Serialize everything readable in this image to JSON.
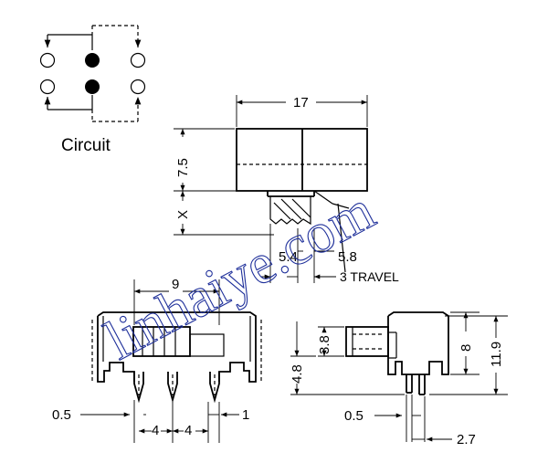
{
  "colors": {
    "line": "#000000",
    "watermark": "#1e2f9a",
    "background": "#ffffff"
  },
  "circuit": {
    "label": "Circuit"
  },
  "top_view": {
    "width_label": "17",
    "height_label": "7.5",
    "x_label": "X",
    "left_offset_label": "5.4",
    "right_offset_label": "5.8",
    "travel_label": "3 TRAVEL"
  },
  "front_view": {
    "width_label": "9",
    "pin_thickness_label": "0.5",
    "pitch_left_label": "4",
    "pitch_right_label": "4",
    "edge_label": "1"
  },
  "side_view": {
    "knob_height_label": "3.8",
    "body_height_label": "4.8",
    "total_height_label": "8",
    "overall_height_label": "11.9",
    "pin_thickness_label": "0.5",
    "pin_offset_label": "2.7"
  },
  "watermark": {
    "text": "linhaiye.com"
  }
}
